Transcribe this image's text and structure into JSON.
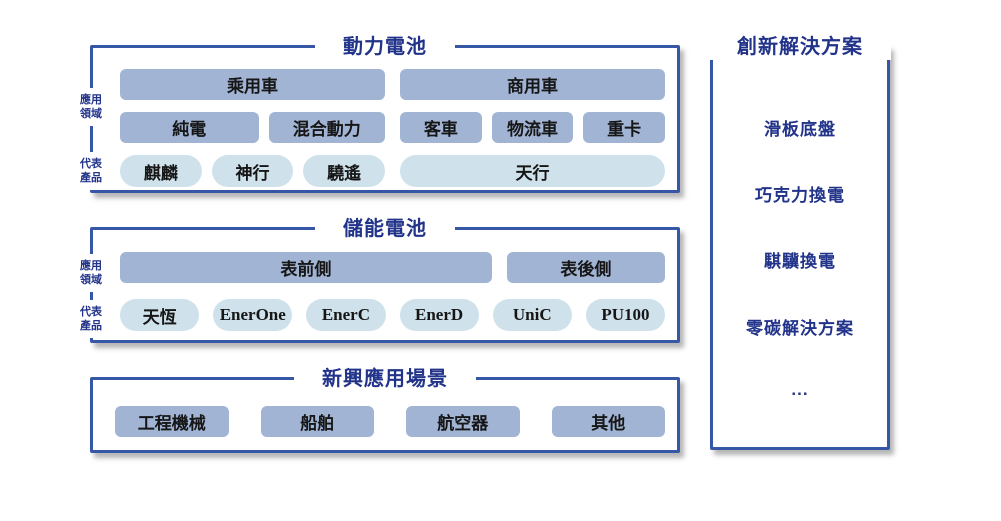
{
  "colors": {
    "line_blue": "#3656a6",
    "navy_text": "#22338a",
    "bar_fill": "#a1b4d4",
    "pill_fill": "#cfe2eb",
    "bar_text": "#161616"
  },
  "power_battery": {
    "title": "動力電池",
    "app_label_line1": "應用",
    "app_label_line2": "領域",
    "prod_label_line1": "代表",
    "prod_label_line2": "產品",
    "passenger": "乘用車",
    "commercial": "商用車",
    "pure_ev": "純電",
    "hybrid": "混合動力",
    "bus": "客車",
    "logistics": "物流車",
    "heavy_truck": "重卡",
    "qilin": "麒麟",
    "shenxing": "神行",
    "xiaoyao": "驍遙",
    "tianxing": "天行"
  },
  "storage_battery": {
    "title": "儲能電池",
    "app_label_line1": "應用",
    "app_label_line2": "領域",
    "prod_label_line1": "代表",
    "prod_label_line2": "產品",
    "front_of_meter": "表前側",
    "behind_meter": "表後側",
    "tianheng": "天恆",
    "enerone": "EnerOne",
    "enerc": "EnerC",
    "enerd": "EnerD",
    "unic": "UniC",
    "pu100": "PU100"
  },
  "emerging": {
    "title": "新興應用場景",
    "machinery": "工程機械",
    "ships": "船舶",
    "aircraft": "航空器",
    "others": "其他"
  },
  "solutions": {
    "title": "創新解決方案",
    "items": [
      "滑板底盤",
      "巧克力換電",
      "騏驥換電",
      "零碳解決方案",
      "..."
    ]
  }
}
